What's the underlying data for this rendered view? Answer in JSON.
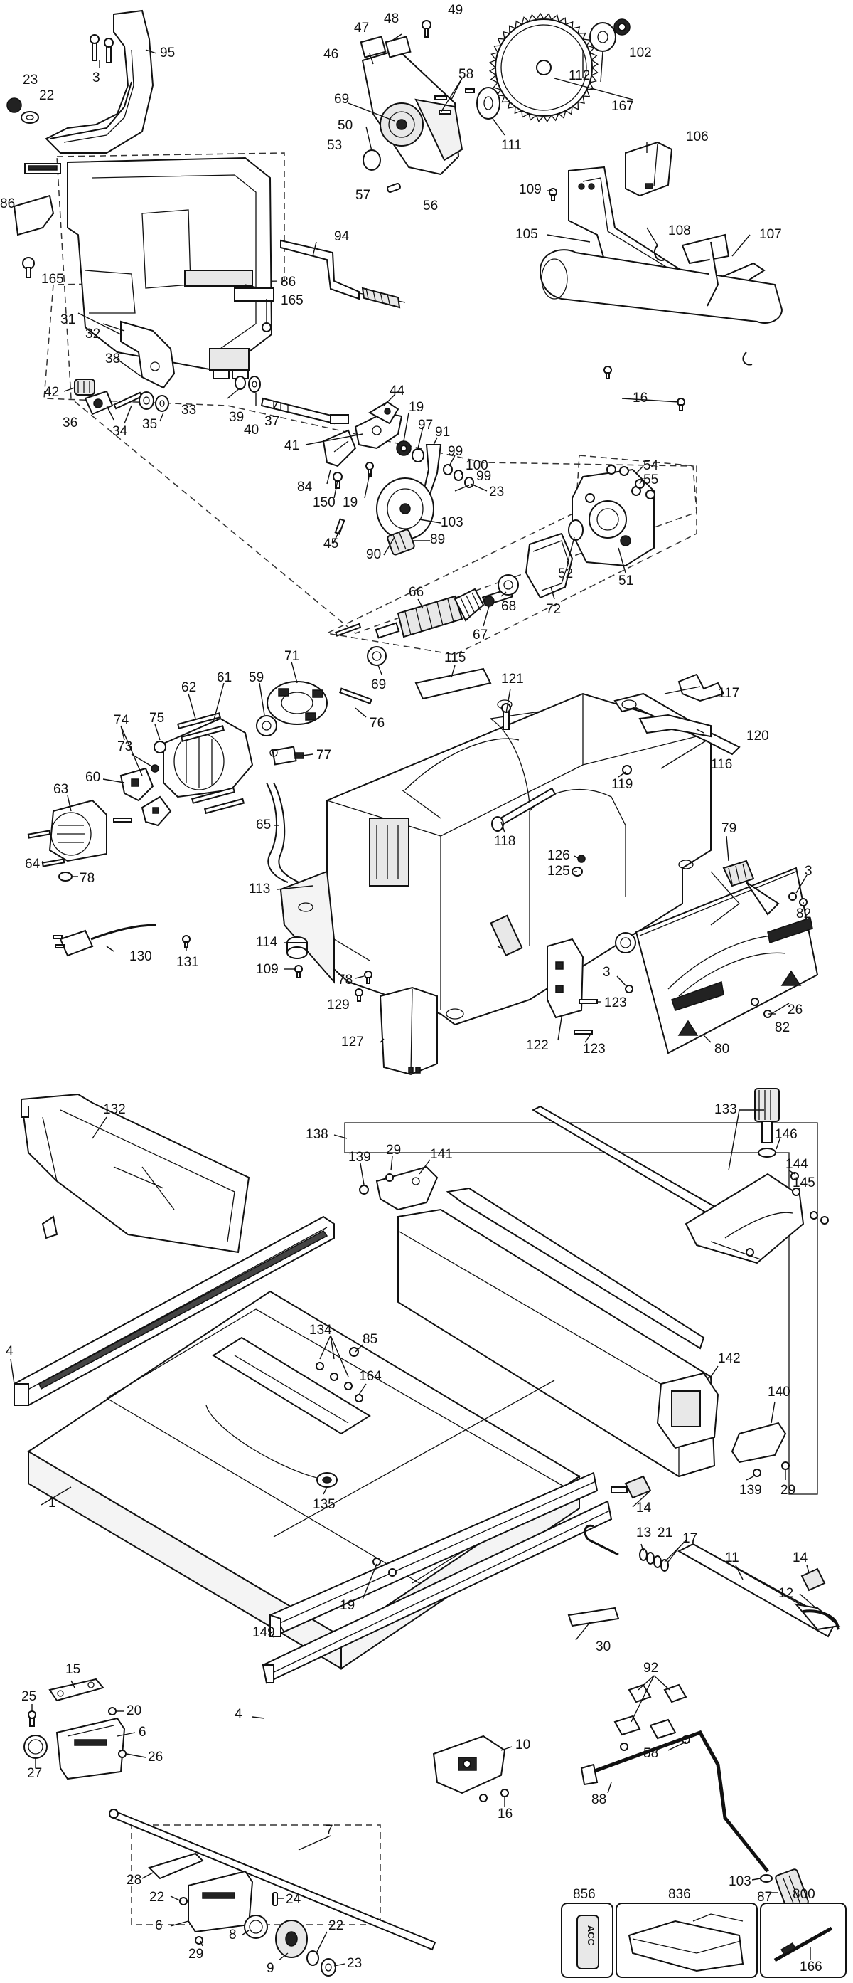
{
  "diagram": {
    "labels": {
      "l95": "95",
      "l3a": "3",
      "l23a": "23",
      "l22a": "22",
      "l47": "47",
      "l48": "48",
      "l49": "49",
      "l46": "46",
      "l58a": "58",
      "l69a": "69",
      "l50": "50",
      "l53": "53",
      "l57": "57",
      "l56": "56",
      "l111": "111",
      "l102": "102",
      "l112": "112",
      "l167": "167",
      "l106": "106",
      "l109a": "109",
      "l105": "105",
      "l108": "108",
      "l107": "107",
      "l16a": "16",
      "l86a": "86",
      "l165a": "165",
      "l94": "94",
      "l86b": "86",
      "l165b": "165",
      "l31": "31",
      "l32": "32",
      "l38": "38",
      "l42": "42",
      "l36": "36",
      "l34": "34",
      "l35": "35",
      "l33": "33",
      "l39": "39",
      "l40": "40",
      "l37": "37",
      "l41": "41",
      "l44": "44",
      "l19a": "19",
      "l97": "97",
      "l91": "91",
      "l99a": "99",
      "l100": "100",
      "l99b": "99",
      "l23b": "23",
      "l84": "84",
      "l150": "150",
      "l19b": "19",
      "l45": "45",
      "l90": "90",
      "l103a": "103",
      "l89": "89",
      "l54": "54",
      "l55": "55",
      "l52": "52",
      "l51": "51",
      "l72": "72",
      "l66": "66",
      "l67": "67",
      "l68": "68",
      "l69b": "69",
      "l115": "115",
      "l121": "121",
      "l71": "71",
      "l59": "59",
      "l62": "62",
      "l61": "61",
      "l76": "76",
      "l77": "77",
      "l117": "117",
      "l120": "120",
      "l116": "116",
      "l119": "119",
      "l74": "74",
      "l75": "75",
      "l73": "73",
      "l60": "60",
      "l63": "63",
      "l65": "65",
      "l118": "118",
      "l64": "64",
      "l78a": "78",
      "l79": "79",
      "l3b": "3",
      "l82a": "82",
      "l126": "126",
      "l125": "125",
      "l113": "113",
      "l114": "114",
      "l109b": "109",
      "l130": "130",
      "l131": "131",
      "l78b": "78",
      "l129": "129",
      "l3c": "3",
      "l123a": "123",
      "l26a": "26",
      "l127": "127",
      "l122": "122",
      "l123b": "123",
      "l80": "80",
      "l82b": "82",
      "l132": "132",
      "l138": "138",
      "l139a": "139",
      "l29a": "29",
      "l141": "141",
      "l133": "133",
      "l146": "146",
      "l144": "144",
      "l145": "145",
      "l4a": "4",
      "l134": "134",
      "l85": "85",
      "l164": "164",
      "l142": "142",
      "l140": "140",
      "l139b": "139",
      "l29b": "29",
      "l1": "1",
      "l135": "135",
      "l14a": "14",
      "l13": "13",
      "l21": "21",
      "l17": "17",
      "l11": "11",
      "l14b": "14",
      "l12": "12",
      "l19c": "19",
      "l149": "149",
      "l30": "30",
      "l15": "15",
      "l25": "25",
      "l20": "20",
      "l6a": "6",
      "l26b": "26",
      "l27": "27",
      "l4b": "4",
      "l10": "10",
      "l16b": "16",
      "l92": "92",
      "l58b": "58",
      "l88": "88",
      "l7": "7",
      "l103b": "103",
      "l87": "87",
      "l166": "166",
      "l856": "856",
      "l836": "836",
      "l800": "800",
      "l28": "28",
      "l22b": "22",
      "l24": "24",
      "l6b": "6",
      "l29c": "29",
      "l8": "8",
      "l9": "9",
      "l22c": "22",
      "l23c": "23"
    },
    "inset_text": "ACC"
  }
}
